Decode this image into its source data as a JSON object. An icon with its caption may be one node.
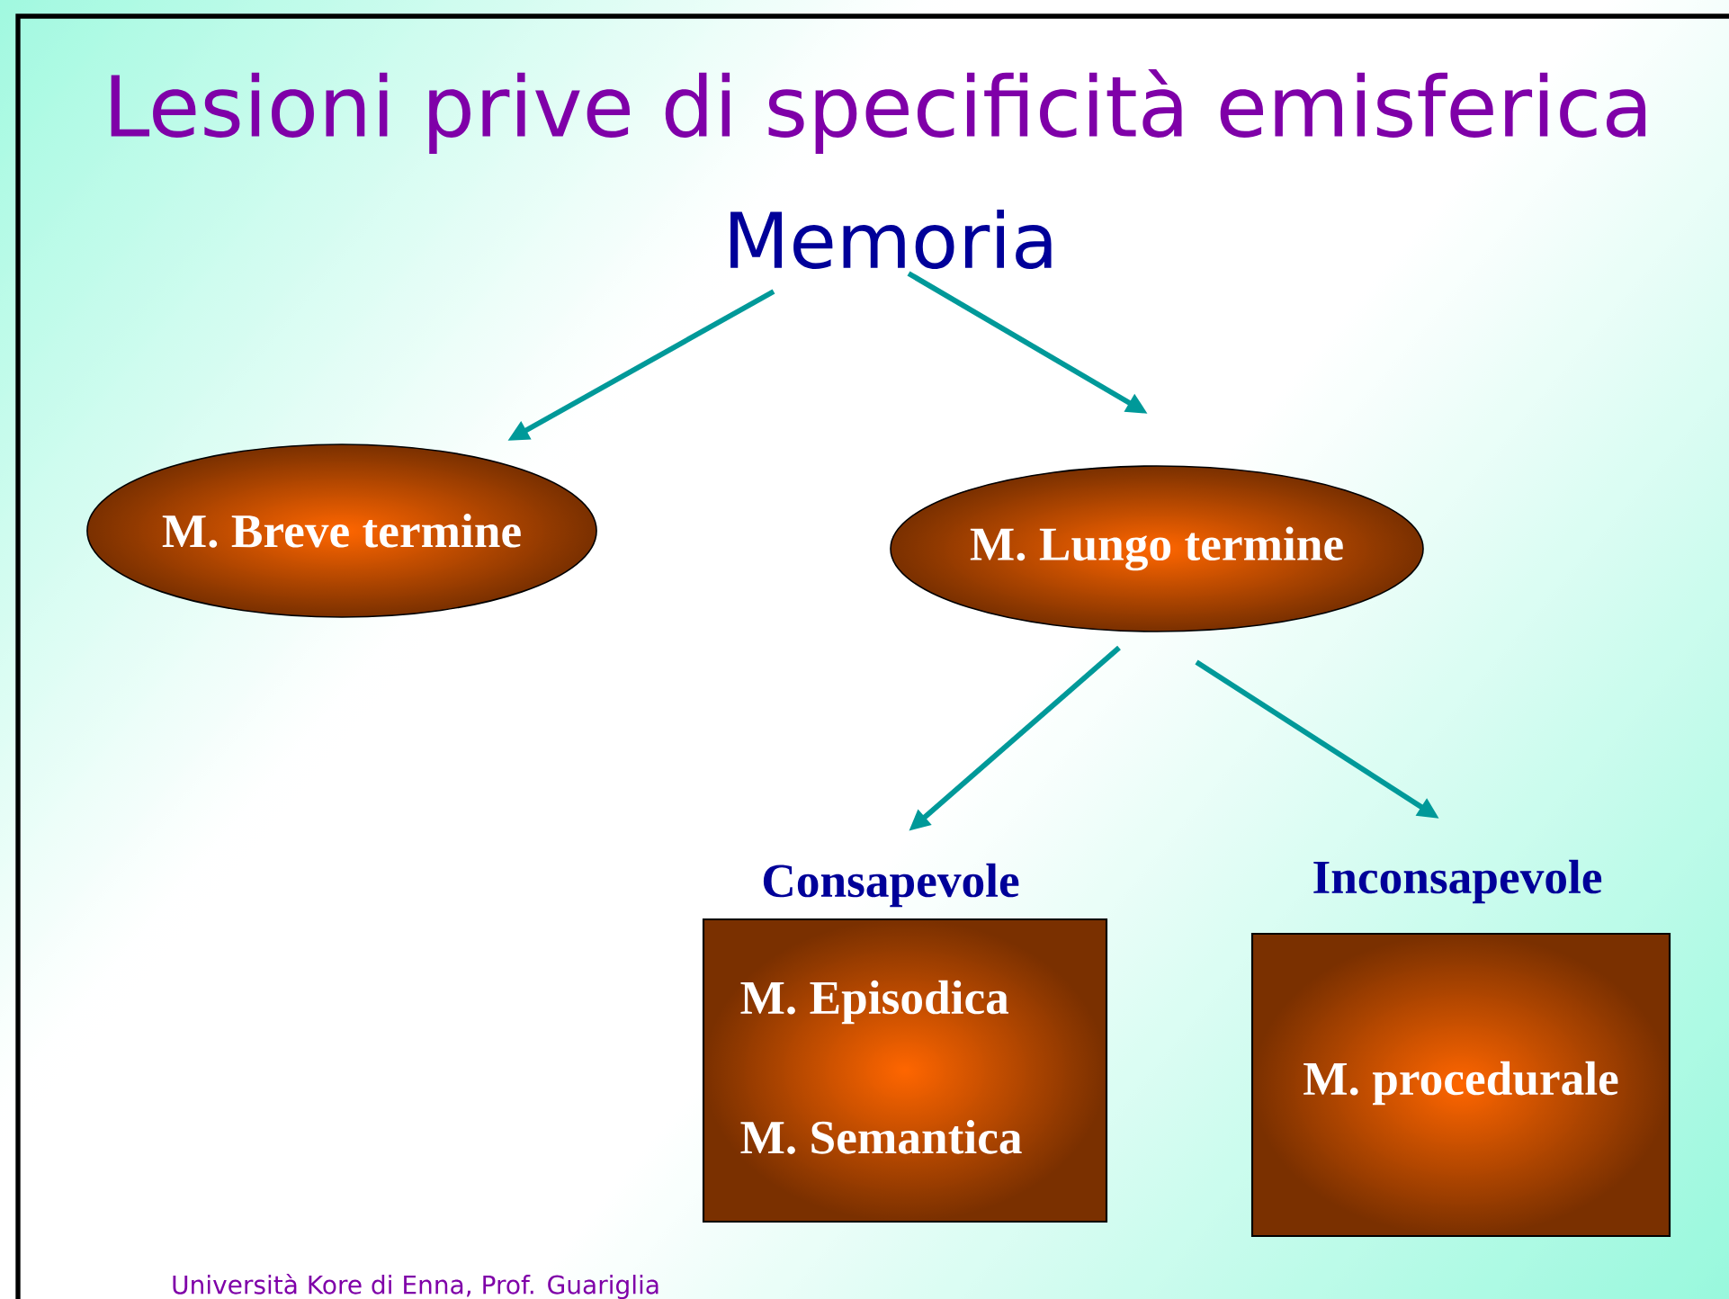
{
  "diagram": {
    "title": "Lesioni prive di specificità emisferica",
    "nodes": [
      {
        "text": [
          "Memoria"
        ]
      },
      {
        "text": [
          "M. Breve termine"
        ]
      },
      {
        "text": [
          "M. Lungo termine"
        ]
      },
      {
        "text": [
          "Consapevole",
          "M. Episodica",
          "M. Semantica"
        ]
      },
      {
        "text": [
          "Inconsapevole",
          "M. procedurale"
        ]
      }
    ],
    "edges": [
      {
        "from": 0,
        "to": 1,
        "arrow": "to"
      },
      {
        "from": 0,
        "to": 2,
        "arrow": "to"
      },
      {
        "from": 2,
        "to": 3,
        "arrow": "to"
      },
      {
        "from": 2,
        "to": 4,
        "arrow": "to"
      }
    ],
    "labels": [
      "Università Kore di Enna, Prof. Guariglia"
    ]
  }
}
